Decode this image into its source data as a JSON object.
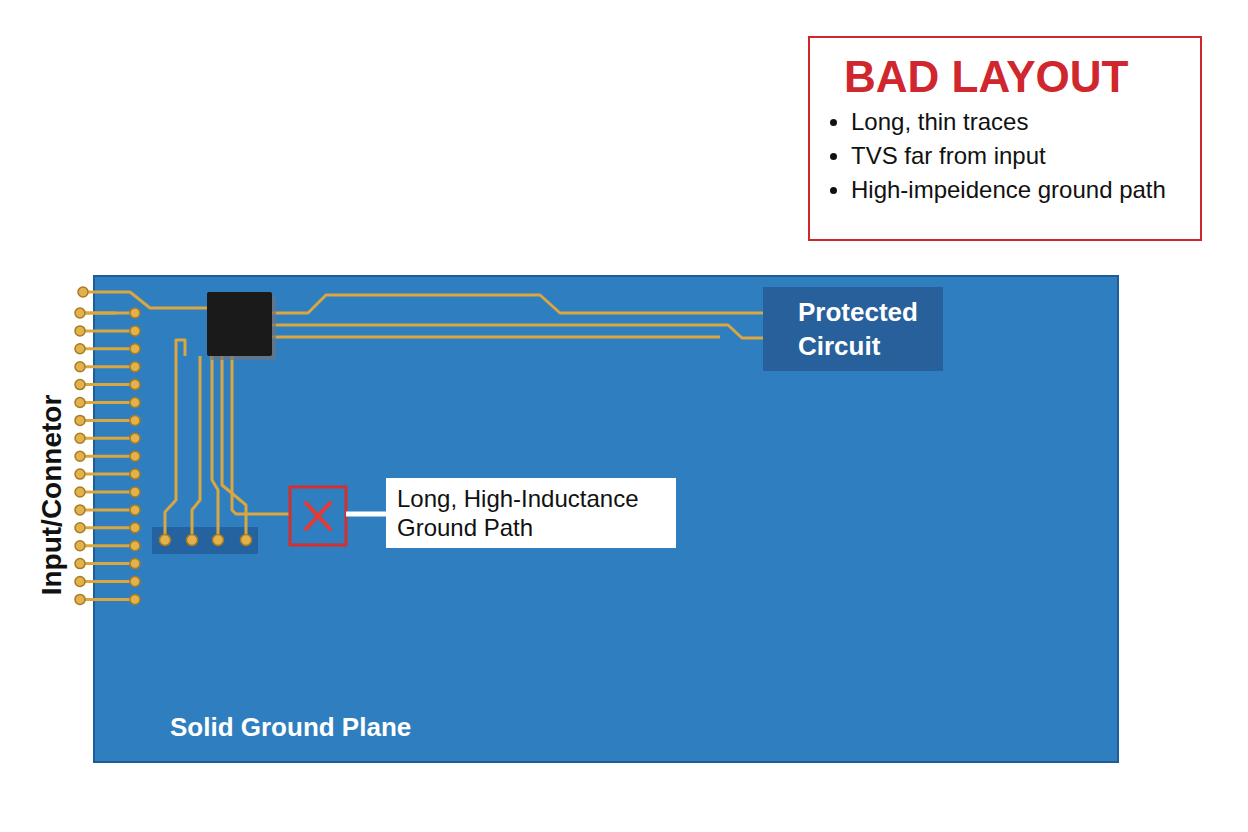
{
  "diagram": {
    "nodes": [
      {
        "text": [
          "BAD LAYOUT",
          "Long, thin traces",
          "TVS far from input",
          "High-impeidence ground path"
        ]
      },
      {
        "text": [
          "Protected Circuit"
        ]
      },
      {
        "text": [
          "Long, High-Inductance Ground Path"
        ]
      }
    ],
    "labels": [
      "Input/Connetor",
      "Solid Ground Plane"
    ]
  }
}
